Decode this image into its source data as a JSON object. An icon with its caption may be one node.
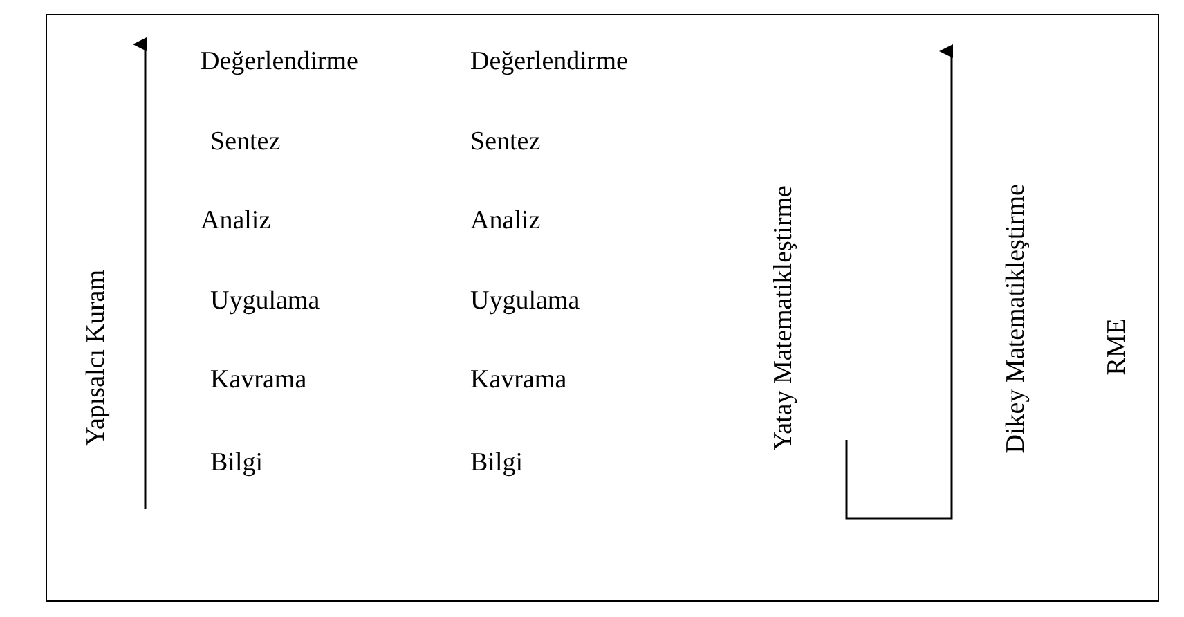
{
  "diagram": {
    "labels": [
      "Yapısalcı Kuram",
      "Değerlendirme",
      "Değerlendirme",
      "Sentez",
      "Sentez",
      "Analiz",
      "Analiz",
      "Uygulama",
      "Uygulama",
      "Kavrama",
      "Kavrama",
      "Bilgi",
      "Bilgi",
      "Yatay Matematikleştirme",
      "Dikey Matematikleştirme",
      "RME"
    ]
  }
}
